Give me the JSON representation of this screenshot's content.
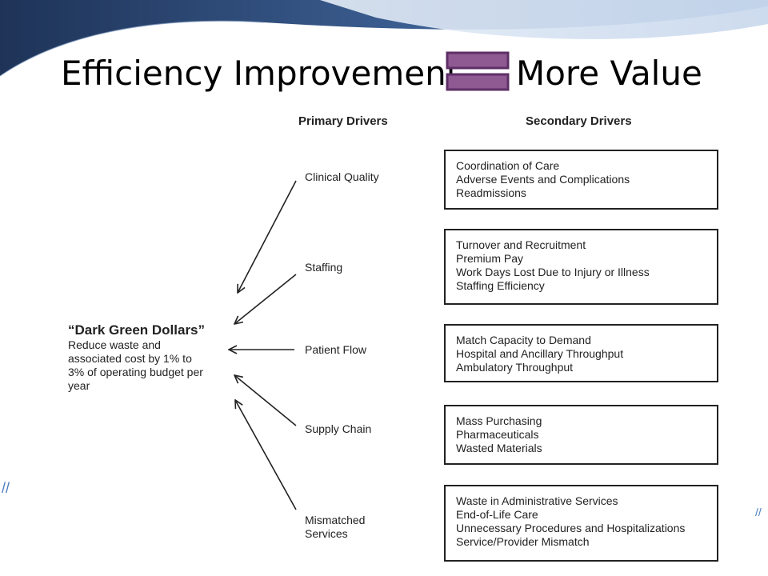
{
  "title": {
    "left": "Efficiency Improvement",
    "right": "More Value"
  },
  "colors": {
    "equals_fill": "#8f5a91",
    "equals_stroke": "#5e2f66",
    "swoosh_dark": "#1e3357",
    "swoosh_light": "#c7d7ec"
  },
  "headers": {
    "primary": "Primary Drivers",
    "secondary": "Secondary Drivers"
  },
  "goal": {
    "title": "“Dark Green Dollars”",
    "description": "Reduce waste and associated cost by 1% to 3% of operating budget per year"
  },
  "drivers": [
    {
      "label": "Clinical Quality",
      "secondary": [
        "Coordination of Care",
        "Adverse Events and Complications",
        "Readmissions"
      ]
    },
    {
      "label": "Staffing",
      "secondary": [
        "Turnover and Recruitment",
        "Premium Pay",
        "Work Days Lost Due to Injury or Illness",
        "Staffing Efficiency"
      ]
    },
    {
      "label": "Patient Flow",
      "secondary": [
        "Match Capacity to Demand",
        "Hospital and Ancillary Throughput",
        "Ambulatory Throughput"
      ]
    },
    {
      "label": "Supply Chain",
      "secondary": [
        "Mass Purchasing",
        "Pharmaceuticals",
        "Wasted Materials"
      ]
    },
    {
      "label": "Mismatched Services",
      "secondary": [
        "Waste in Administrative Services",
        "End-of-Life Care",
        "Unnecessary Procedures and Hospitalizations",
        "Service/Provider Mismatch"
      ]
    }
  ]
}
